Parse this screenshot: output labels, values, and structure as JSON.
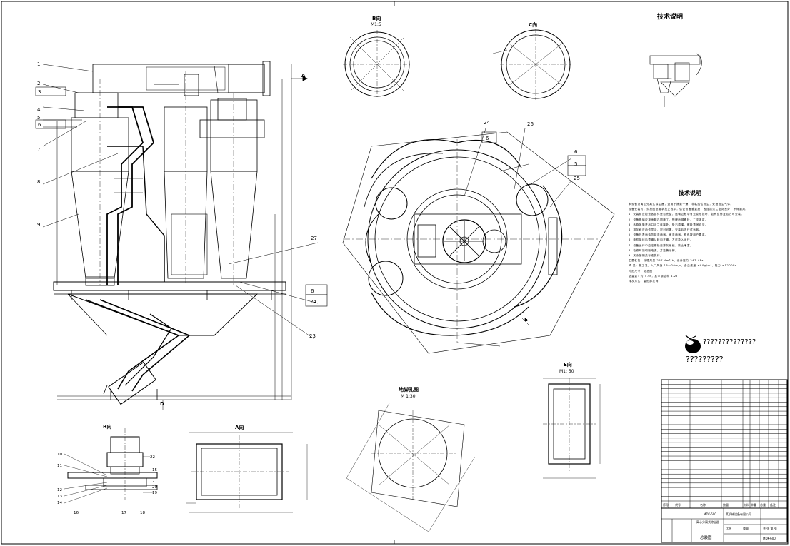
{
  "drawing": {
    "views": {
      "b_view_top": {
        "title": "B向",
        "scale": "M1:5"
      },
      "c_view": {
        "title": "C向"
      },
      "e_view": {
        "title": "E向",
        "scale": "M1: 50"
      },
      "anchor_plan": {
        "title": "地脚孔图",
        "scale": "M 1:30"
      },
      "b_view_bottom": {
        "title": "B向"
      },
      "a_view": {
        "title": "A向"
      }
    },
    "markers": {
      "a_left": "A",
      "d_bottom": "D",
      "e_dir": "E"
    },
    "balloons_left": [
      "1",
      "2",
      "3",
      "4",
      "5",
      "6",
      "7",
      "8",
      "9"
    ],
    "balloons_right": [
      "27",
      "6",
      "24",
      "23"
    ],
    "balloons_plan": [
      "24",
      "6",
      "26",
      "6",
      "5",
      "25"
    ],
    "balloons_bview": [
      "10",
      "11",
      "12",
      "13",
      "14",
      "15",
      "16",
      "17",
      "18",
      "19",
      "20",
      "21",
      "22"
    ],
    "tech_title_top": "技术说明",
    "tech_title_mid": "技术说明",
    "tech_notes": [
      "  本设备为离心分离式除尘器，适用于捕集干燥、非粘结性粉尘，处理含尘气体。",
      "设备安装时，须按图纸要求找正找平，保证设备垂直度，各连接法兰密封良好，不得漏风。",
      "  1. 安装前应检查各部件是否完整，运输过程中有无变形损坏，如有应修复后方可安装。",
      "  2. 设备基础应按地脚孔图施工，预埋地脚螺栓，二次灌浆。",
      "  3. 各旋风筒进出口法兰连接处，垫石棉绳，螺栓紧固均匀。",
      "  4. 排灰阀应动作灵活，密封可靠，安装后进行试运转。",
      "  5. 设备外表面涂防锈漆两遍，面漆两遍，颜色按用户要求。",
      "  6. 电机接线后须确认转向正确，方可投入运行。",
      "  7. 设备运行中应定期检查排灰系统，防止堵塞。",
      "  8. 检修时须切断电源，并挂警示牌。",
      "  9. 其余按相关标准执行。",
      "主要性能：处理风量 257.4m³/h，设计压力 247.4Pa",
      "风    量：按工况，入口风速 15～20m/s，含尘浓度 ≤80g/m³，阻力 ≤1200Pa",
      "外形尺寸：见总图",
      "总重量：约 5.6t，其中钢结构 4.2t",
      "排灰方式：星形卸灰阀"
    ],
    "logo_text": "??????????????",
    "logo_text2": "?????????",
    "title_block": {
      "drawing_no": "MDK-600",
      "name": "离心分离式除尘器",
      "sheet_label": "总装图",
      "company": "某机械设备有限公司",
      "scale_label": "比例",
      "weight_label": "重量",
      "sheet_no": "共 张 第 张",
      "code": "MDK-600"
    },
    "parts_header": [
      "序号",
      "代号",
      "名称",
      "数量",
      "材料",
      "单重",
      "总重",
      "备注"
    ],
    "parts_count": 27
  }
}
